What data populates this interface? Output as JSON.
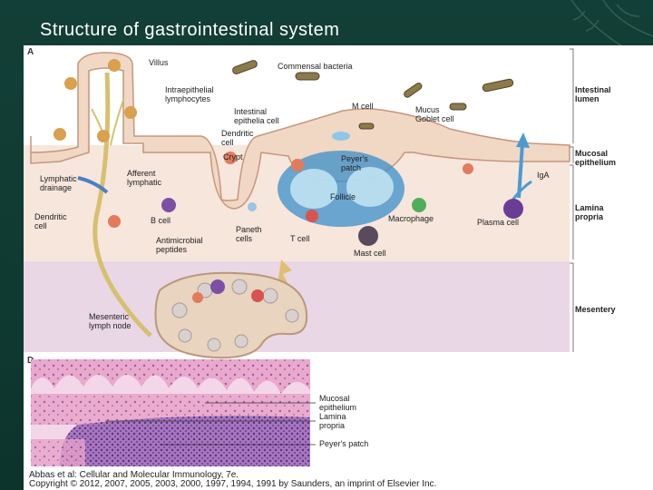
{
  "slide": {
    "title": "Structure of gastrointestinal system"
  },
  "panel_a": {
    "letter": "A",
    "labels": {
      "villus": "Villus",
      "commensal_bacteria": "Commensal bacteria",
      "intraepithelial_lymphocytes_1": "Intraepithelial",
      "intraepithelial_lymphocytes_2": "lymphocytes",
      "intestinal_epithelial_cell_1": "Intestinal",
      "intestinal_epithelial_cell_2": "epithelia cell",
      "m_cell": "M cell",
      "mucus": "Mucus",
      "goblet_cell": "Goblet cell",
      "dendritic_cell_upper_1": "Dendritic",
      "dendritic_cell_upper_2": "cell",
      "crypt": "Crypt",
      "peyers_patch_1": "Peyer's",
      "peyers_patch_2": "patch",
      "afferent_lymphatic_1": "Afferent",
      "afferent_lymphatic_2": "lymphatic",
      "lymphatic_drainage_1": "Lymphatic",
      "lymphatic_drainage_2": "drainage",
      "follicle": "Follicle",
      "iga": "IgA",
      "dendritic_cell_lower_1": "Dendritic",
      "dendritic_cell_lower_2": "cell",
      "b_cell": "B cell",
      "macrophage": "Macrophage",
      "plasma_cell": "Plasma cell",
      "paneth_cells_1": "Paneth",
      "paneth_cells_2": "cells",
      "t_cell": "T cell",
      "antimicrobial_peptides_1": "Antimicrobial",
      "antimicrobial_peptides_2": "peptides",
      "mast_cell": "Mast cell",
      "mesenteric_lymph_node_1": "Mesenteric",
      "mesenteric_lymph_node_2": "lymph node"
    },
    "regions": {
      "intestinal_lumen_1": "Intestinal",
      "intestinal_lumen_2": "lumen",
      "mucosal_epithelium_1": "Mucosal",
      "mucosal_epithelium_2": "epithelium",
      "lamina_propria_1": "Lamina",
      "lamina_propria_2": "propria",
      "mesentery": "Mesentery"
    }
  },
  "panel_d": {
    "letter": "D",
    "labels": {
      "mucosal_epithelium_1": "Mucosal",
      "mucosal_epithelium_2": "epithelium",
      "lamina_propria_1": "Lamina",
      "lamina_propria_2": "propria",
      "peyers_patch": "Peyer's patch"
    }
  },
  "credits": {
    "line1": "Abbas et al: Cellular and Molecular Immunology, 7e.",
    "line2": "Copyright © 2012, 2007, 2005, 2003, 2000, 1997, 1994, 1991 by Saunders, an imprint of Elsevier Inc."
  },
  "colors": {
    "slide_background": "#0f3b33",
    "title": "#ffffff",
    "epithelium": "#f1d8c4",
    "lamina_propria": "#f6e6dc",
    "mesentery": "#e9d7e6",
    "follicle": "#3a8fc9",
    "lymph_node": "#e8d4bf",
    "histology_pink": "#d98cb8",
    "histology_purple": "#7b4f9e"
  }
}
